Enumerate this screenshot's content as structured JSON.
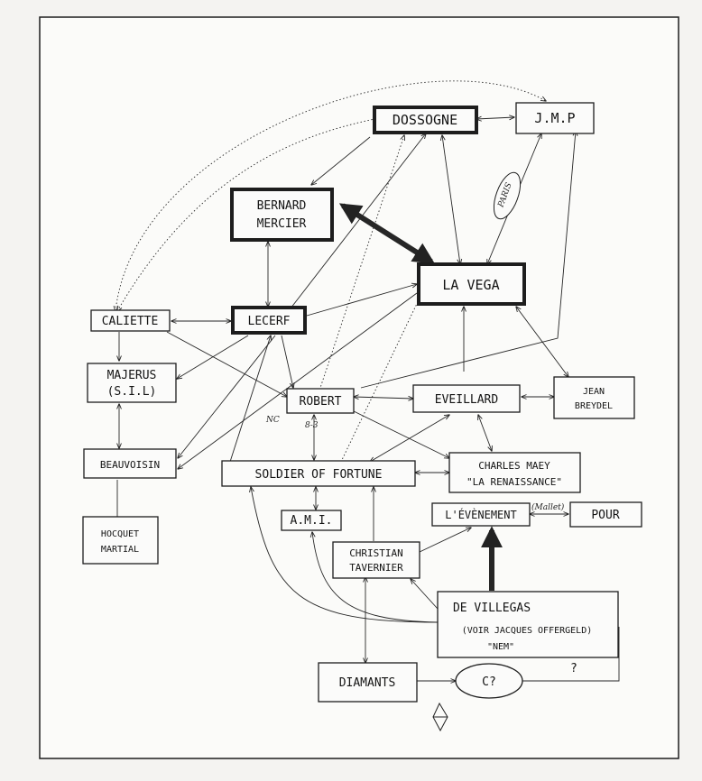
{
  "nodes": {
    "jmp": {
      "lines": [
        "J.M.P"
      ]
    },
    "dossogne": {
      "lines": [
        "DOSSOGNE"
      ]
    },
    "mercier": {
      "lines": [
        "BERNARD",
        "MERCIER"
      ]
    },
    "lavega": {
      "lines": [
        "LA VEGA"
      ]
    },
    "caliette": {
      "lines": [
        "CALIETTE"
      ]
    },
    "lecerf": {
      "lines": [
        "LECERF"
      ]
    },
    "majerus": {
      "lines": [
        "MAJERUS",
        "(S.I.L)"
      ]
    },
    "robert": {
      "lines": [
        "ROBERT"
      ]
    },
    "eveillard": {
      "lines": [
        "EVEILLARD"
      ]
    },
    "breydel": {
      "lines": [
        "JEAN",
        "BREYDEL"
      ]
    },
    "beauvoisin": {
      "lines": [
        "BEAUVOISIN"
      ]
    },
    "soldier": {
      "lines": [
        "SOLDIER OF FORTUNE"
      ]
    },
    "charles": {
      "lines": [
        "CHARLES MAEY",
        "\"LA RENAISSANCE\""
      ]
    },
    "ami": {
      "lines": [
        "A.M.I."
      ]
    },
    "evenement": {
      "lines": [
        "L'ÉVÈNEMENT"
      ]
    },
    "pour": {
      "lines": [
        "POUR"
      ]
    },
    "hocquet": {
      "lines": [
        "HOCQUET",
        "MARTIAL"
      ]
    },
    "tavernier": {
      "lines": [
        "CHRISTIAN",
        "TAVERNIER"
      ]
    },
    "villegas": {
      "lines": [
        "DE VILLEGAS",
        "(VOIR JACQUES OFFERGELD)",
        "\"NEM\""
      ]
    },
    "diamants": {
      "lines": [
        "DIAMANTS"
      ]
    },
    "cq": {
      "lines": [
        "C?"
      ]
    }
  },
  "annotations": {
    "paris": "PARIS",
    "question": "?",
    "nc": "NC",
    "eight_three": "8-3",
    "arrow_label_mallet": "(Mallet)"
  },
  "legend": [],
  "colors": {
    "ink": "#1d1d1d",
    "paper": "#fbfbfa",
    "background": "#f4f3f1"
  }
}
